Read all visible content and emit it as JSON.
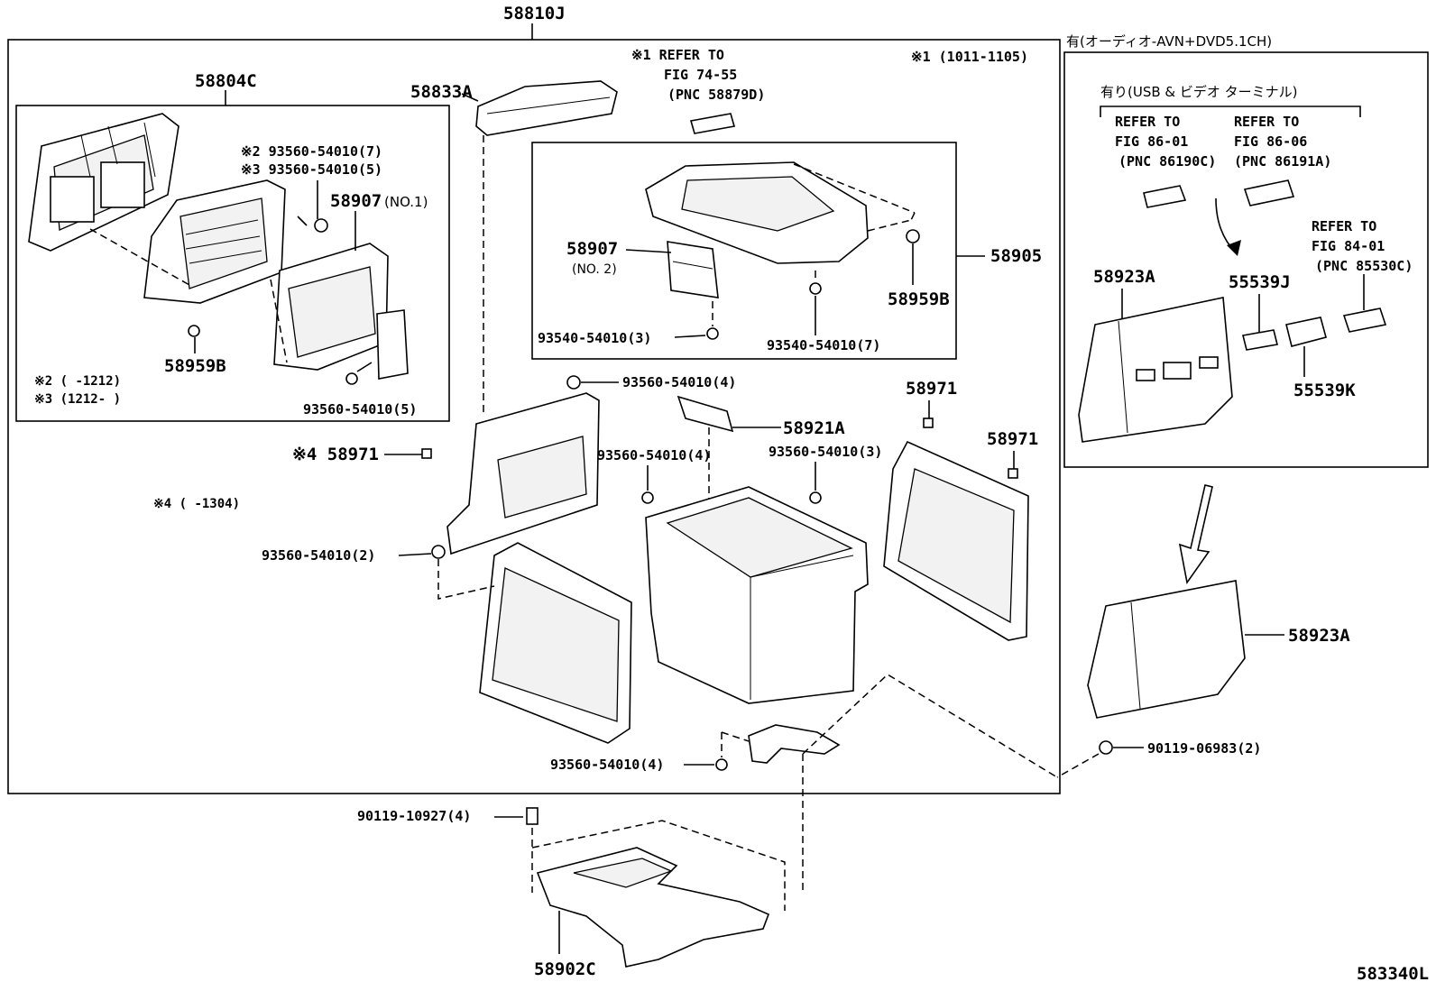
{
  "title_part": "58810J",
  "diagram_code": "583340L",
  "box_58804c": {
    "code": "58804C",
    "note2": "※2 93560-54010(7)",
    "note3": "※3 93560-54010(5)",
    "p58907": "58907",
    "p58907_no": "(NO.1)",
    "p58959b": "58959B",
    "bolt5": "93560-54010(5)",
    "range2": "※2 (     -1212)",
    "range3": "※3 (1212-     )"
  },
  "p58833a": "58833A",
  "ref1": {
    "l1": "※1 REFER TO",
    "l2": "FIG 74-55",
    "l3": "(PNC 58879D)"
  },
  "note1": "※1 (1011-1105)",
  "box_58905": {
    "code": "58905",
    "p58907": "58907",
    "p58907_no": "(NO. 2)",
    "p58959b": "58959B",
    "bolt_a": "93540-54010(3)",
    "bolt_b": "93540-54010(7)"
  },
  "bolt_top": "93560-54010(4)",
  "p58921a": "58921A",
  "p58971_a": "58971",
  "p58971_b": "58971",
  "p58971_c": "※4 58971",
  "range4": "※4 (     -1304)",
  "bolt_c": "93560-54010(4)",
  "bolt_d": "93560-54010(3)",
  "bolt_e": "93560-54010(2)",
  "bolt_f": "93560-54010(4)",
  "screw1": "90119-06983(2)",
  "screw2": "90119-10927(4)",
  "p58902c": "58902C",
  "right_box": {
    "header": "有(オーディオ-AVN+DVD5.1CH)",
    "sub_header": "有り(USB & ビデオ ターミナル)",
    "ref_a": [
      "REFER TO",
      "FIG 86-01",
      "(PNC 86190C)"
    ],
    "ref_b": [
      "REFER TO",
      "FIG 86-06",
      "(PNC 86191A)"
    ],
    "ref_c": [
      "REFER TO",
      "FIG 84-01",
      "(PNC 85530C)"
    ],
    "p58923a": "58923A",
    "p55539j": "55539J",
    "p55539k": "55539K"
  },
  "p58923a_out": "58923A"
}
